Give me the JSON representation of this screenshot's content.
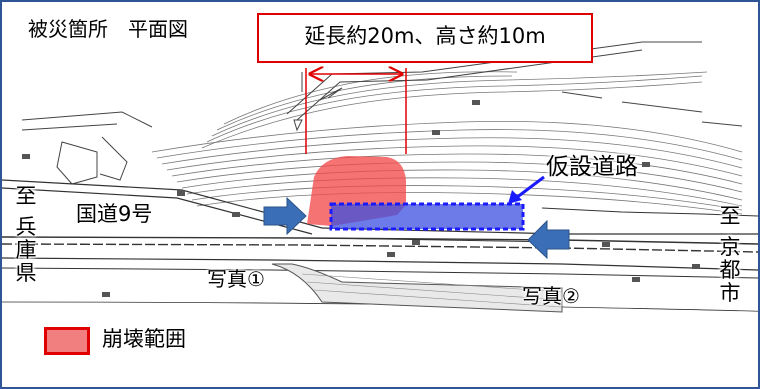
{
  "title": "被災箇所　平面図",
  "dimension_note": "延長約20m、高さ約10m",
  "labels": {
    "temporary_road": "仮設道路",
    "route": "国道9号",
    "photo1": "写真①",
    "photo2": "写真②"
  },
  "direction_left": [
    "至",
    "兵",
    "庫",
    "県"
  ],
  "direction_right": [
    "至",
    "京",
    "都",
    "市"
  ],
  "legend": {
    "label": "崩壊範囲",
    "color": "#f27f7f",
    "border_color": "#e00000"
  },
  "colors": {
    "frame": "#2f5597",
    "collapse_area": "#f24b4b",
    "temporary_road_fill": "#3b4fe0",
    "temporary_road_border": "#1a1aff",
    "arrow": "#3a6fb8",
    "dimension": "#e00000"
  }
}
